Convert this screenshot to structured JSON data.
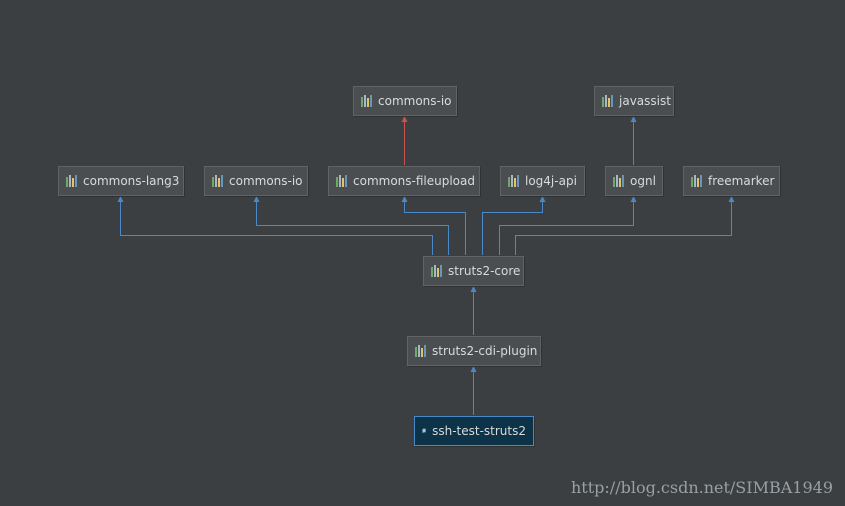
{
  "nodes": {
    "commons_io_top": "commons-io",
    "javassist": "javassist",
    "commons_lang3": "commons-lang3",
    "commons_io": "commons-io",
    "commons_fileupload": "commons-fileupload",
    "log4j_api": "log4j-api",
    "ognl": "ognl",
    "freemarker": "freemarker",
    "struts2_core": "struts2-core",
    "struts2_cdi_plugin": "struts2-cdi-plugin",
    "ssh_test_struts2": "ssh-test-struts2"
  },
  "icons": {
    "library": "library-icon",
    "module": "module-icon"
  },
  "colors": {
    "background": "#3c3f41",
    "edge": "#4a88c7",
    "conflict_edge": "#c75450",
    "selected_node": "#0d3349"
  },
  "watermark": "http://blog.csdn.net/SIMBA1949"
}
